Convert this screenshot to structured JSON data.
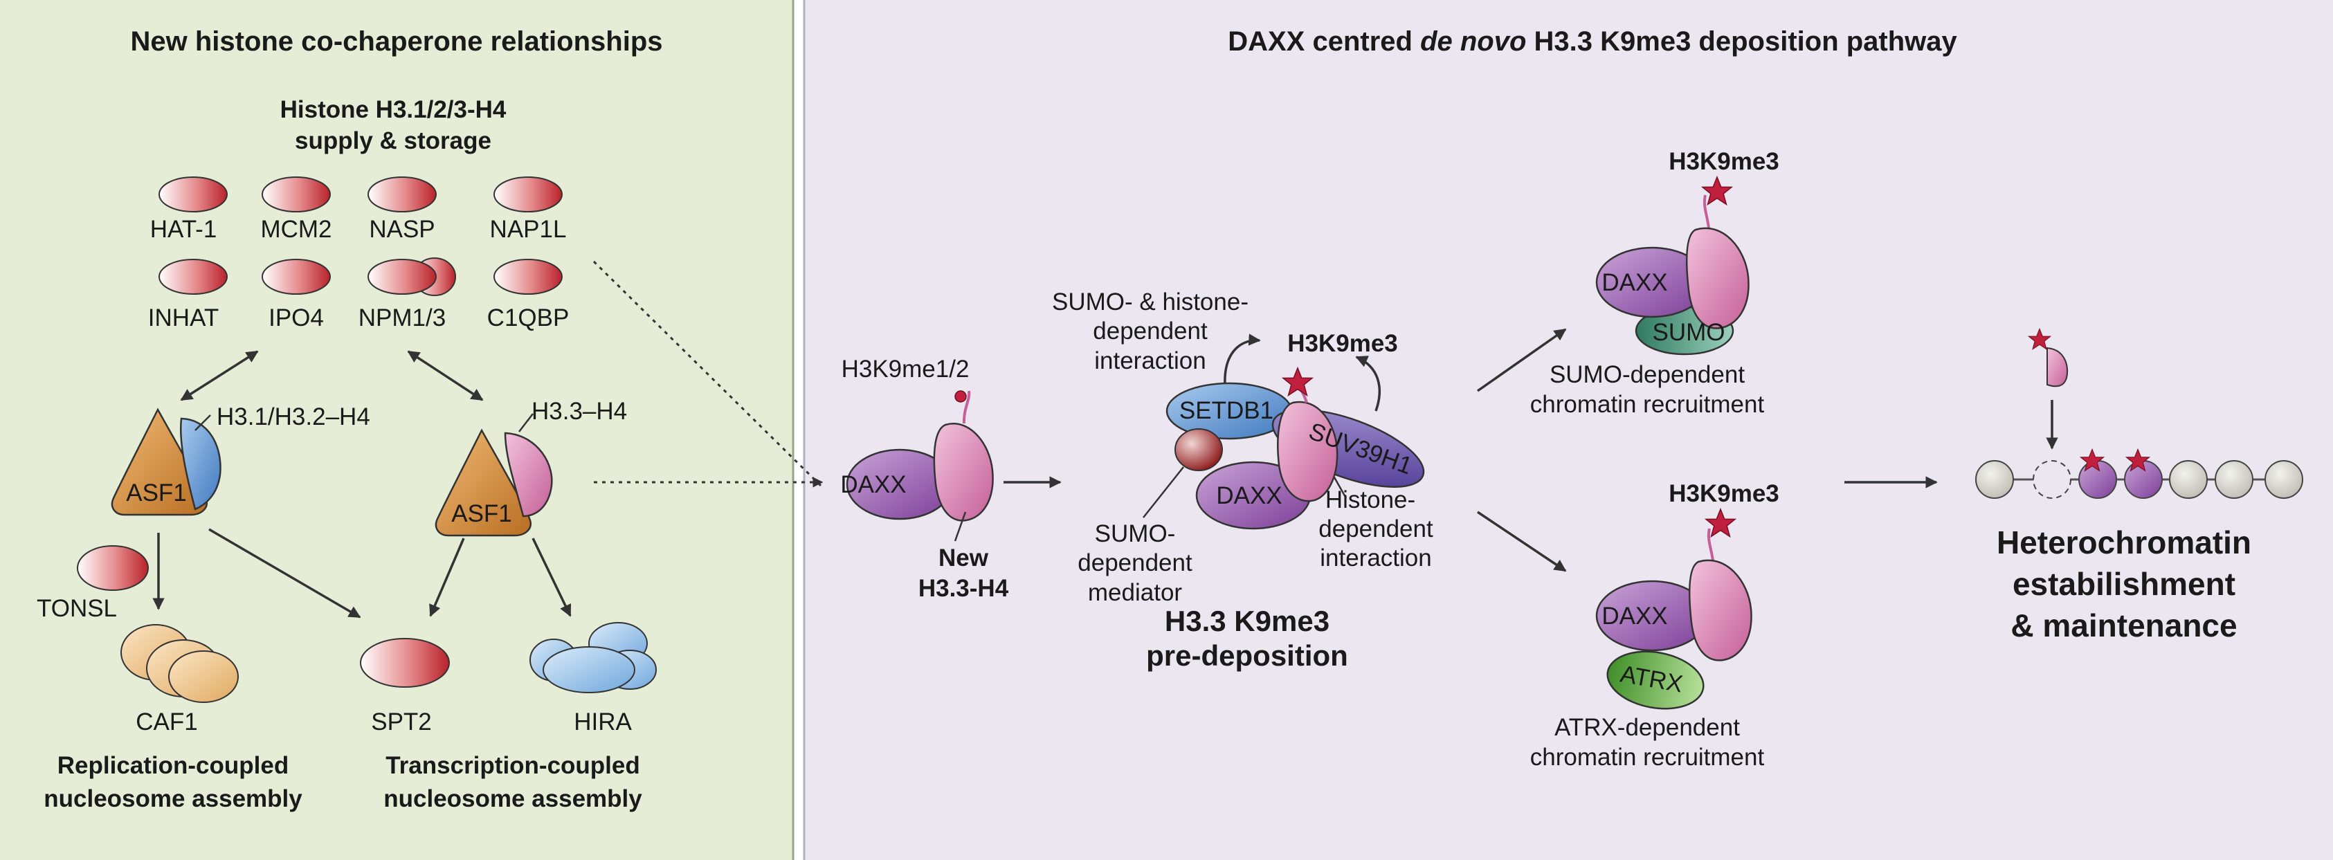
{
  "left_panel": {
    "title": "New histone co-chaperone relationships",
    "supply_title_line1": "Histone H3.1/2/3-H4",
    "supply_title_line2": "supply & storage",
    "chaperones": [
      "HAT-1",
      "MCM2",
      "NASP",
      "NAP1L",
      "INHAT",
      "IPO4",
      "NPM1/3",
      "C1QBP"
    ],
    "asf1_left": {
      "label": "ASF1",
      "histone": "H3.1/H3.2–H4"
    },
    "asf1_right": {
      "label": "ASF1",
      "histone": "H3.3–H4"
    },
    "tonsl": "TONSL",
    "caf1": "CAF1",
    "spt2": "SPT2",
    "hira": "HIRA",
    "replication_line1": "Replication-coupled",
    "replication_line2": "nucleosome assembly",
    "transcription_line1": "Transcription-coupled",
    "transcription_line2": "nucleosome assembly"
  },
  "right_panel": {
    "title_pre": "DAXX centred ",
    "title_italic": "de novo",
    "title_post": " H3.3 K9me3 deposition pathway",
    "h3k9me12": "H3K9me1/2",
    "daxx": "DAXX",
    "new_h33_line1": "New",
    "new_h33_line2": "H3.3-H4",
    "sumo_histone_line1": "SUMO- & histone-",
    "sumo_histone_line2": "dependent",
    "sumo_histone_line3": "interaction",
    "h3k9me3": "H3K9me3",
    "setdb1": "SETDB1",
    "suv39h1": "SUV39H1",
    "sumo_mediator_line1": "SUMO-",
    "sumo_mediator_line2": "dependent",
    "sumo_mediator_line3": "mediator",
    "histone_dep_line1": "Histone-",
    "histone_dep_line2": "dependent",
    "histone_dep_line3": "interaction",
    "predep_line1": "H3.3 K9me3",
    "predep_line2": "pre-deposition",
    "sumo": "SUMO",
    "sumo_recruit_line1": "SUMO-dependent",
    "sumo_recruit_line2": "chromatin recruitment",
    "atrx": "ATRX",
    "atrx_recruit_line1": "ATRX-dependent",
    "atrx_recruit_line2": "chromatin recruitment",
    "hetero_line1": "Heterochromatin",
    "hetero_line2": "estabilishment",
    "hetero_line3": "& maintenance"
  },
  "colors": {
    "left_bg": "#e6edd6",
    "right_bg": "#ebe6f0",
    "histone_red": "#c2282e",
    "histone_pink": "#d984b2",
    "daxx_purple": "#9a5db0",
    "setdb1_blue": "#5a8fcc",
    "suv39h1_violet": "#5f4aa6",
    "sumo_green": "#3e8a6e",
    "atrx_green": "#5aa83c",
    "asf1_orange": "#d38f3f",
    "caf1_peach": "#ecc58d",
    "hira_blue": "#8cbde6",
    "star_red": "#c01f3e",
    "nucleosome_grey": "#d8d8d0"
  }
}
